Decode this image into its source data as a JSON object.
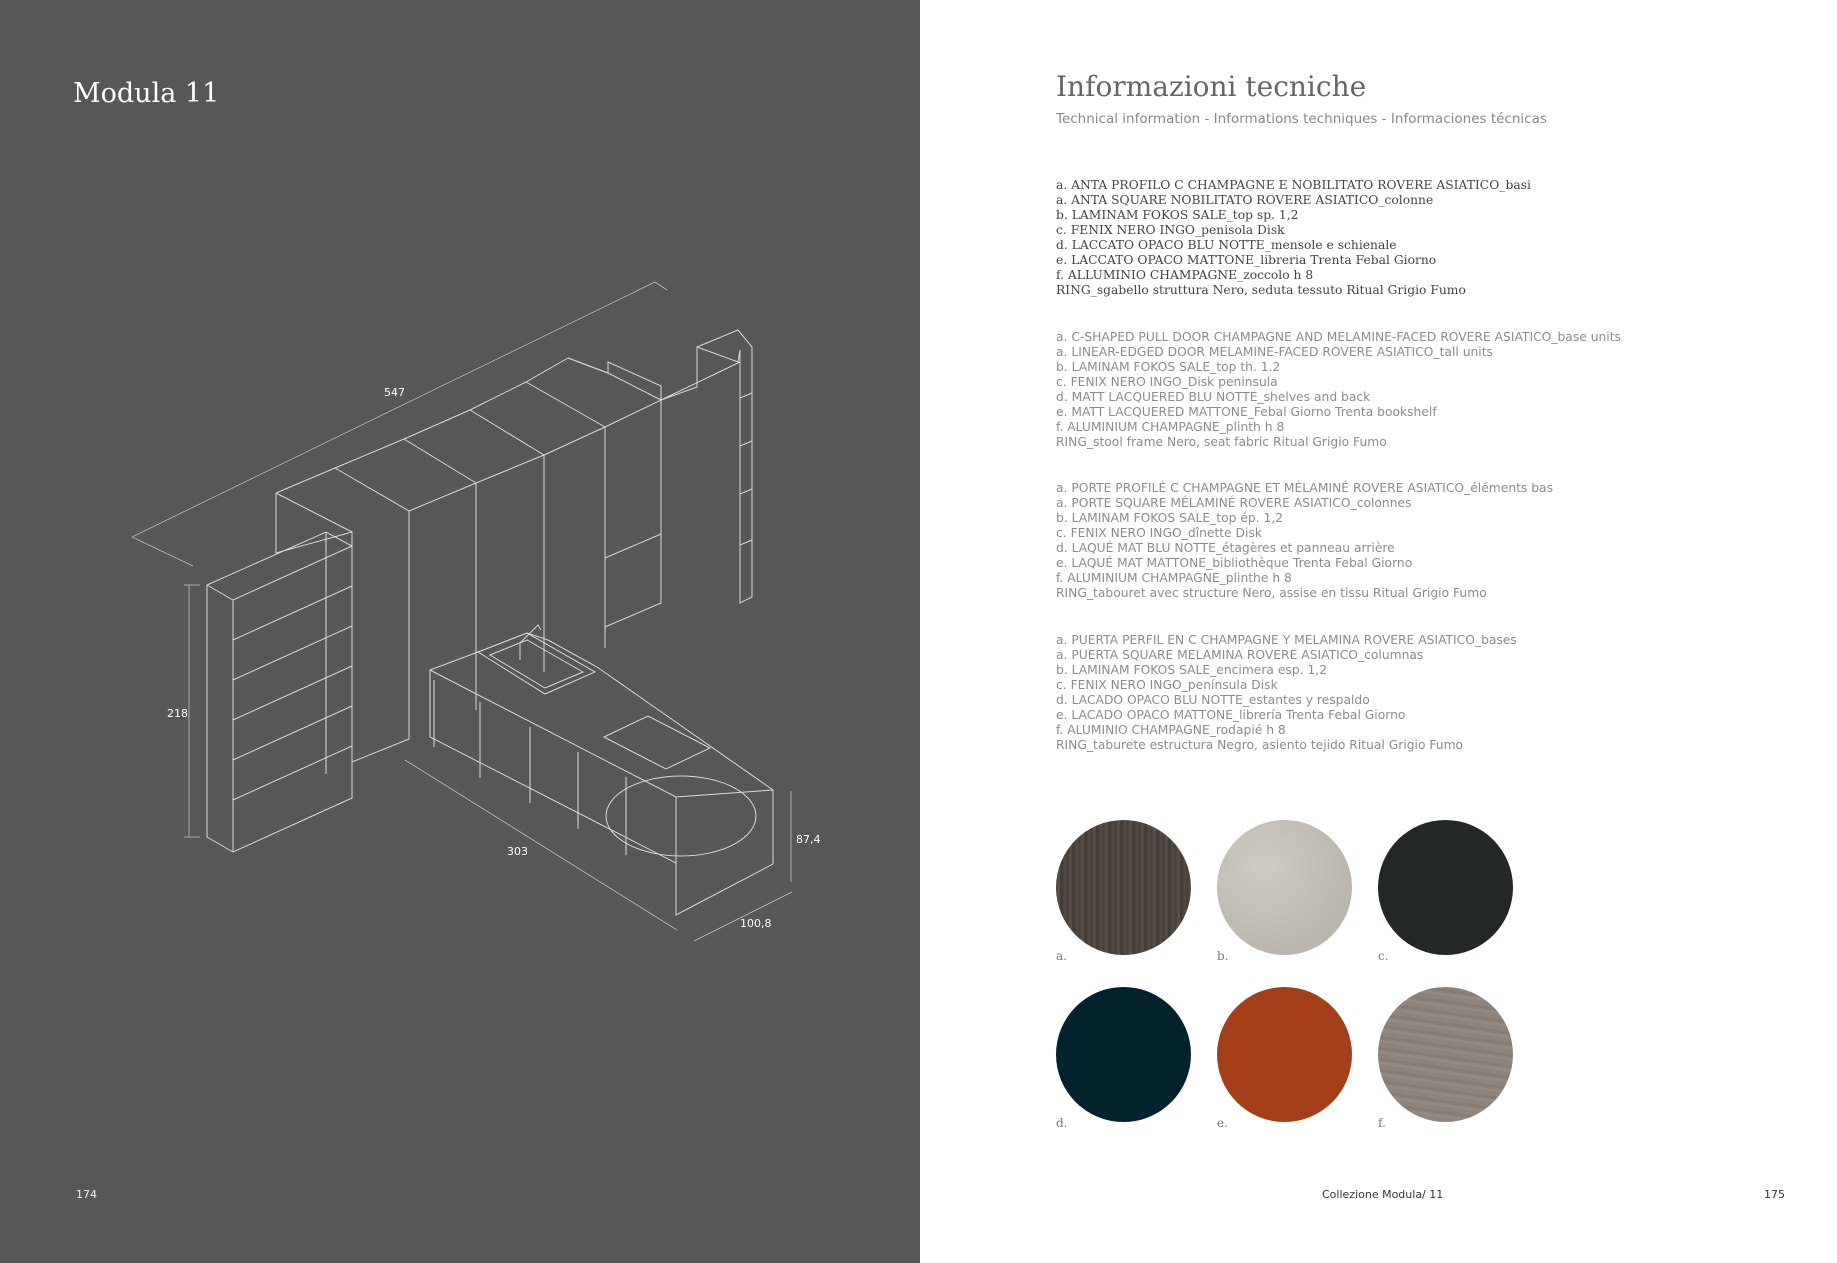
{
  "left": {
    "title": "Modula 11",
    "page_number": "174",
    "dimensions": {
      "width_total": "547",
      "height": "218",
      "peninsula_length": "303",
      "counter_height": "87,4",
      "depth": "100,8"
    }
  },
  "right": {
    "title": "Informazioni tecniche",
    "subtitle": "Technical information - Informations techniques - Informaciones técnicas",
    "page_number": "175",
    "collection": "Collezione Modula/ 11",
    "specs_it": [
      "a. ANTA PROFILO C CHAMPAGNE E NOBILITATO ROVERE ASIATICO_basi",
      "a. ANTA SQUARE NOBILITATO ROVERE ASIATICO_colonne",
      "b. LAMINAM FOKOS SALE_top sp. 1,2",
      "c. FENIX NERO INGO_penisola Disk",
      "d. LACCATO OPACO BLU NOTTE_mensole e schienale",
      "e. LACCATO OPACO MATTONE_libreria Trenta Febal Giorno",
      "f. ALLUMINIO CHAMPAGNE_zoccolo h 8",
      "RING_sgabello struttura Nero, seduta tessuto Ritual Grigio Fumo"
    ],
    "specs_en": [
      "a. C-SHAPED PULL DOOR CHAMPAGNE AND MELAMINE-FACED ROVERE ASIATICO_base units",
      "a. LINEAR-EDGED  DOOR MELAMINE-FACED ROVERE ASIATICO_tall units",
      "b. LAMINAM FOKOS SALE_top th. 1.2",
      "c. FENIX NERO INGO_Disk peninsula",
      "d. MATT LACQUERED BLU NOTTE_shelves and back",
      "e. MATT LACQUERED MATTONE_Febal Giorno Trenta bookshelf",
      "f. ALUMINIUM CHAMPAGNE_plinth h 8",
      "RING_stool frame Nero, seat fabric Ritual Grigio Fumo"
    ],
    "specs_fr": [
      "a. PORTE  PROFILÉ C CHAMPAGNE ET MÉLAMINÉ ROVERE ASIATICO_éléments bas",
      "a. PORTE SQUARE MÉLAMINÉ ROVERE ASIATICO_colonnes",
      "b. LAMINAM FOKOS SALE_top ép. 1,2",
      "c. FENIX NERO INGO_dînette Disk",
      "d. LAQUÉ MAT BLU NOTTE_étagères et panneau arrière",
      "e. LAQUÉ MAT MATTONE_bibliothèque Trenta Febal Giorno",
      "f. ALUMINIUM CHAMPAGNE_plinthe h 8",
      "RING_tabouret avec structure Nero, assise en tissu Ritual Grigio Fumo"
    ],
    "specs_es": [
      "a. PUERTA PERFIL EN C CHAMPAGNE Y MELAMINA ROVERE ASIATICO_bases",
      "a. PUERTA SQUARE MELAMINA ROVERE ASIATICO_columnas",
      "b. LAMINAM FOKOS SALE_encimera esp. 1,2",
      "c. FENIX NERO INGO_península Disk",
      "d. LACADO OPACO BLU NOTTE_estantes y respaldo",
      "e. LACADO OPACO MATTONE_librería Trenta Febal Giorno",
      "f. ALUMINIO CHAMPAGNE_rodapié h 8",
      "RING_taburete estructura Negro, asiento tejido Ritual Grigio Fumo"
    ],
    "swatches": [
      {
        "label": "a.",
        "name": "rovere-asiatico",
        "color": "#4d4540"
      },
      {
        "label": "b.",
        "name": "laminam-fokos-sale",
        "color": "#c6c2b9"
      },
      {
        "label": "c.",
        "name": "fenix-nero-ingo",
        "color": "#232727"
      },
      {
        "label": "d.",
        "name": "blu-notte",
        "color": "#02222e"
      },
      {
        "label": "e.",
        "name": "mattone",
        "color": "#a43f1a"
      },
      {
        "label": "f.",
        "name": "alluminio-champagne",
        "color": "#8d8279"
      }
    ]
  }
}
